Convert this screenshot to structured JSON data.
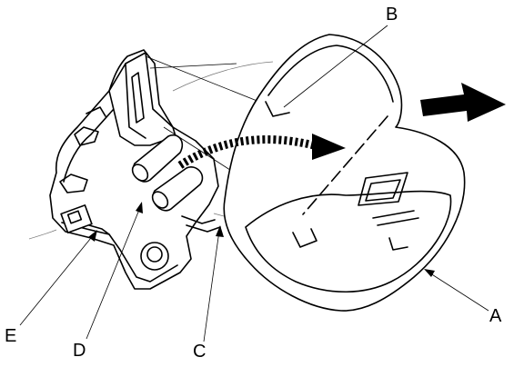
{
  "callouts": {
    "a": "A",
    "b": "B",
    "c": "C",
    "d": "D",
    "e": "E"
  },
  "icons": {
    "direction_arrow": "right-arrow-icon",
    "motion_arrow": "curved-dashed-arrow-icon"
  },
  "colors": {
    "line": "#000000",
    "background": "#ffffff"
  }
}
